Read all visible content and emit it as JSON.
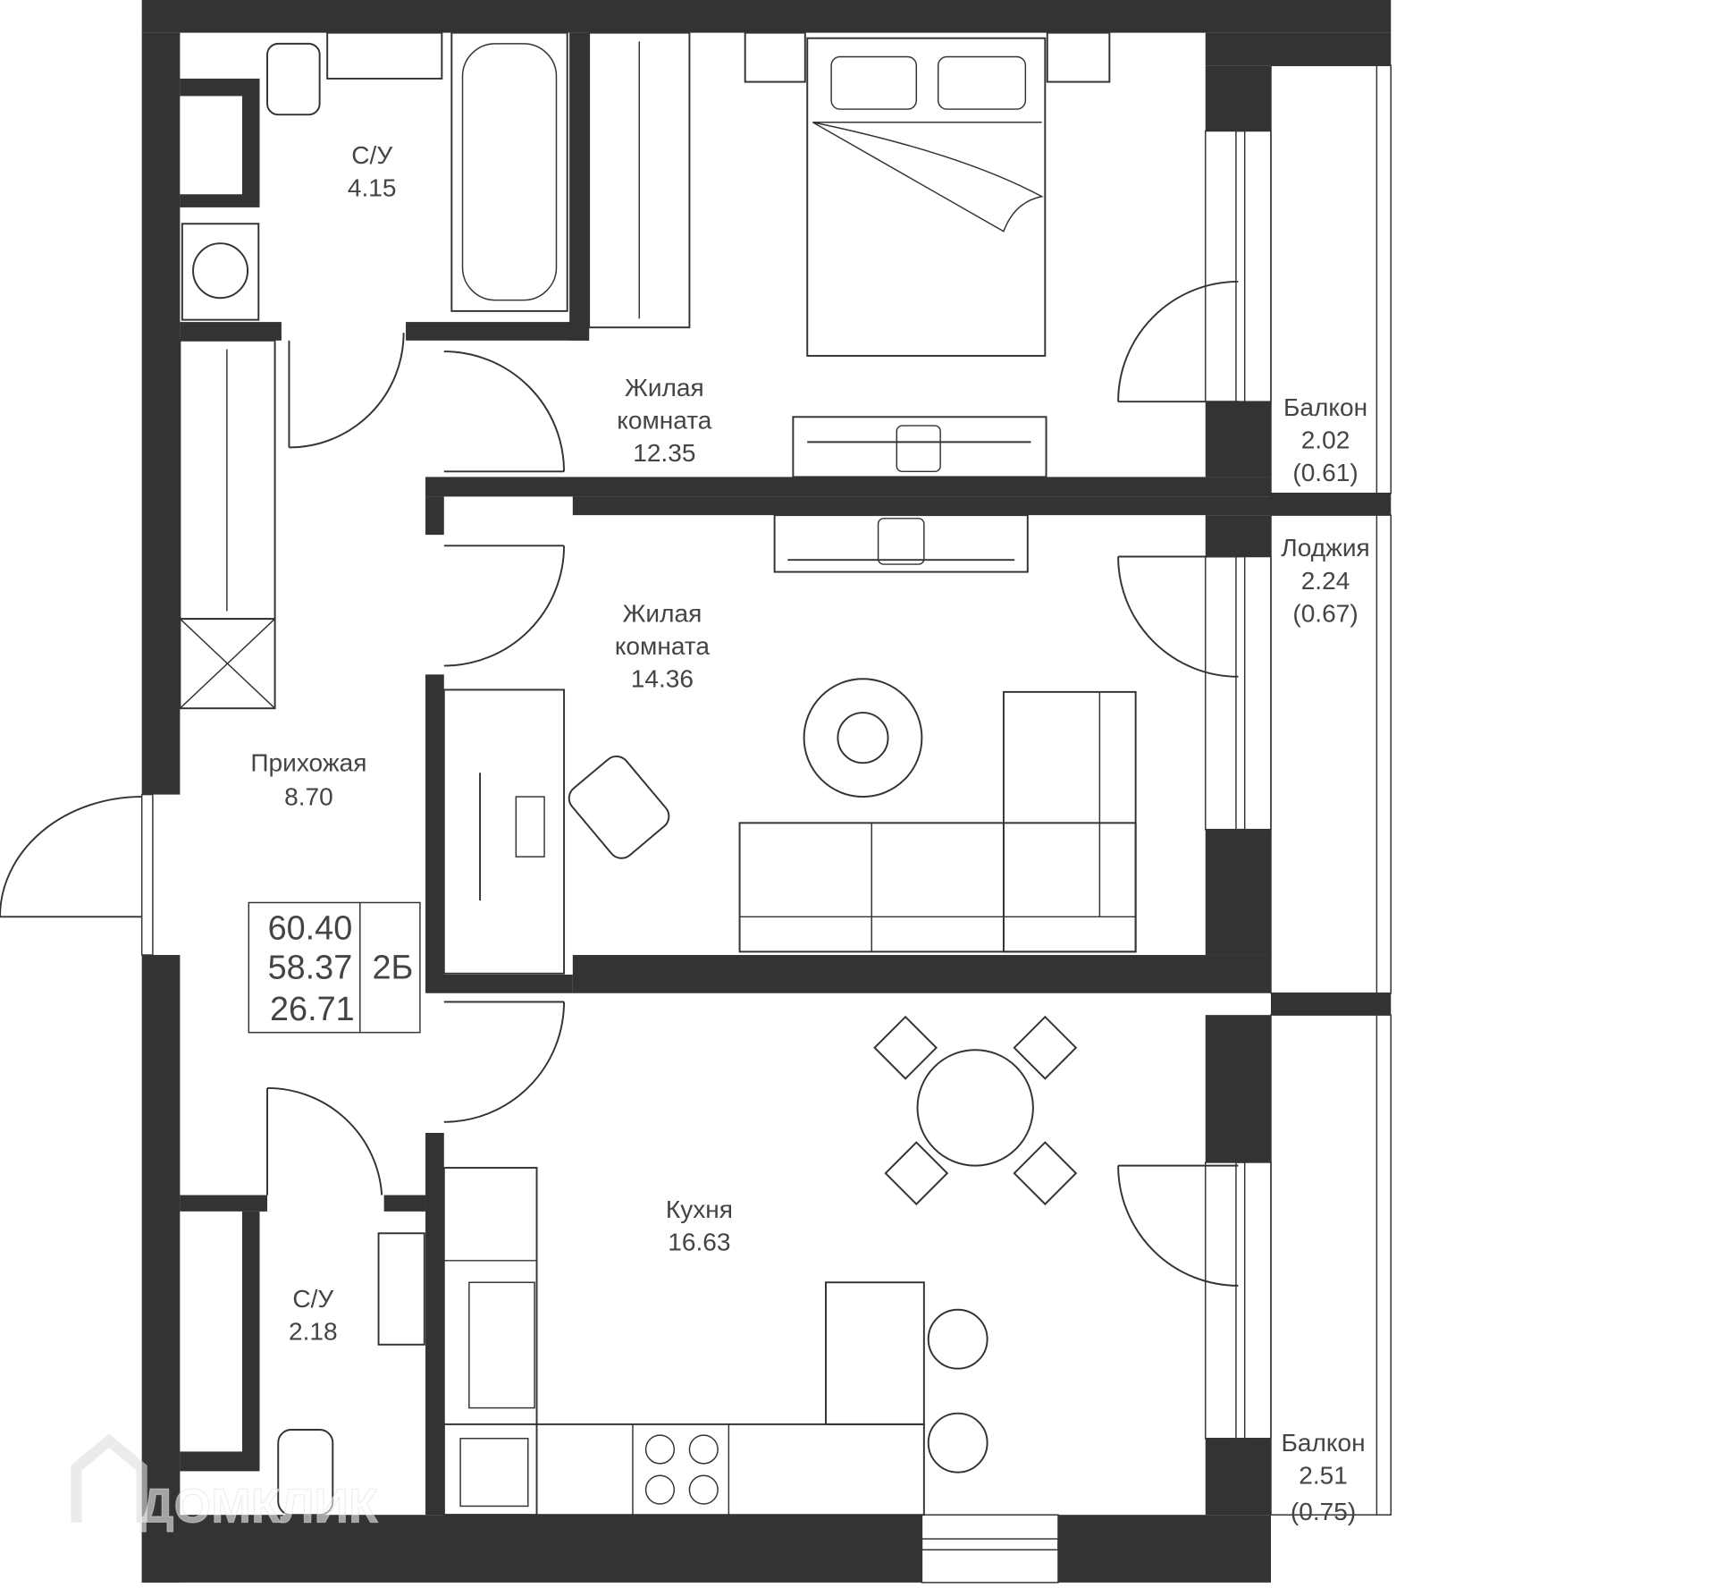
{
  "rooms": {
    "bathroom_1": {
      "name": "С/У",
      "area": "4.15"
    },
    "bedroom": {
      "name_1": "Жилая",
      "name_2": "комната",
      "area": "12.35"
    },
    "balcony_1": {
      "name": "Балкон",
      "area": "2.02",
      "reduced": "(0.61)"
    },
    "loggia": {
      "name": "Лоджия",
      "area": "2.24",
      "reduced": "(0.67)"
    },
    "living_room": {
      "name_1": "Жилая",
      "name_2": "комната",
      "area": "14.36"
    },
    "hallway": {
      "name": "Прихожая",
      "area": "8.70"
    },
    "kitchen": {
      "name": "Кухня",
      "area": "16.63"
    },
    "bathroom_2": {
      "name": "С/У",
      "area": "2.18"
    },
    "balcony_2": {
      "name": "Балкон",
      "area": "2.51",
      "reduced": "(0.75)"
    }
  },
  "summary": {
    "total_area": "60.40",
    "area_no_balconies": "58.37",
    "living_area": "26.71",
    "type": "2Б"
  },
  "watermark": "ДОМКЛИК",
  "colors": {
    "wall": "#333333",
    "text": "#444444"
  }
}
